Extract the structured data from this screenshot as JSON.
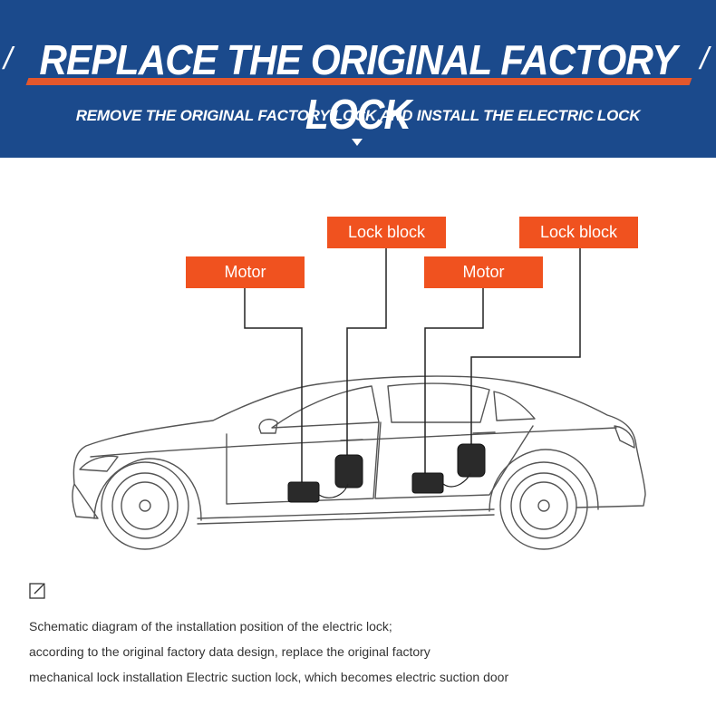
{
  "header": {
    "title": "REPLACE THE ORIGINAL FACTORY LOCK",
    "slash_left": "/",
    "slash_right": "/",
    "subtitle": "REMOVE THE ORIGINAL FACTORY LOCK AND INSTALL THE ELECTRIC LOCK",
    "background_color": "#1b4a8c",
    "accent_color": "#e3572c"
  },
  "diagram": {
    "labels": [
      {
        "text": "Motor"
      },
      {
        "text": "Lock block"
      },
      {
        "text": "Motor"
      },
      {
        "text": "Lock block"
      }
    ],
    "label_color": "#f0521f"
  },
  "description": {
    "icon": "edit-icon",
    "lines": [
      "Schematic diagram of the installation position of the electric lock;",
      "according to the original factory data design, replace the original factory",
      "mechanical lock installation Electric suction lock, which becomes electric suction door"
    ]
  }
}
